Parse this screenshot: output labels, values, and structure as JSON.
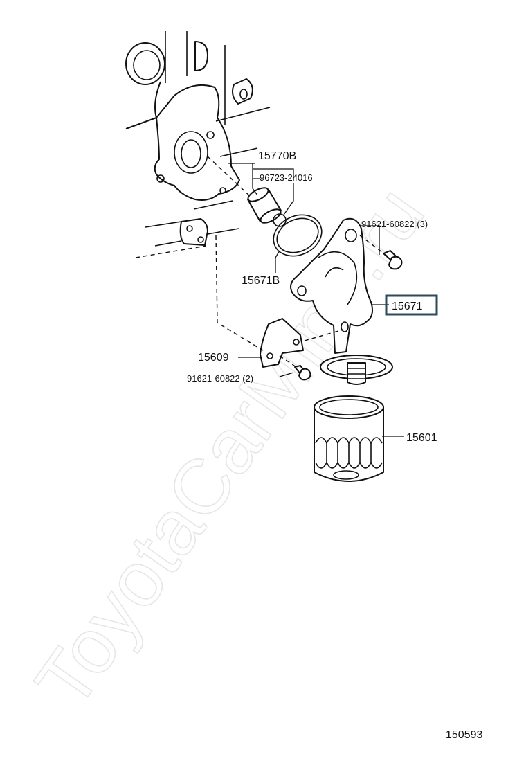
{
  "watermark": "ToyotaCarMine.ru",
  "diagram_id": "150593",
  "callouts": {
    "oil_cooler_union": "15770B",
    "union_bolt": "96723-24016",
    "gasket": "15671B",
    "bolt_upper": "91621-60822 (3)",
    "filter_bracket": "15671",
    "stay": "15609",
    "bolt_lower": "91621-60822 (2)",
    "oil_filter": "15601"
  },
  "colors": {
    "highlight_box": "#2c4a5a",
    "line": "#111111",
    "watermark": "#e6e6e6"
  }
}
